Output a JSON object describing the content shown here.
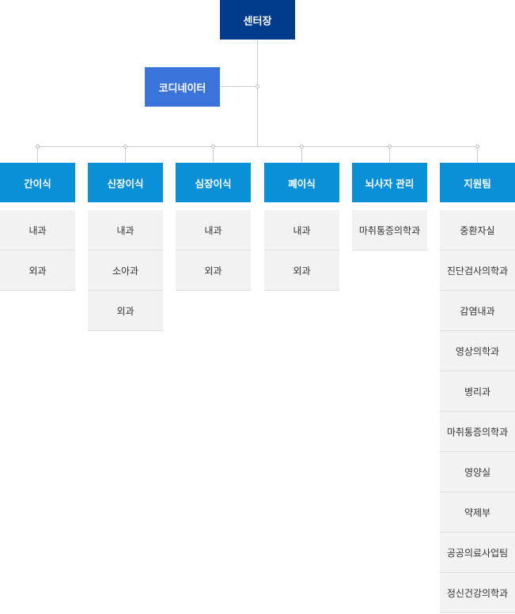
{
  "colors": {
    "top": "#003b8c",
    "coordinator": "#3a73d9",
    "column": "#0a90d6",
    "cell": "#f2f2f2"
  },
  "top": {
    "label": "센터장"
  },
  "coordinator": {
    "label": "코디네이터"
  },
  "columns": [
    {
      "label": "간이식",
      "items": [
        "내과",
        "외과"
      ]
    },
    {
      "label": "신장이식",
      "items": [
        "내과",
        "소아과",
        "외과"
      ]
    },
    {
      "label": "심장이식",
      "items": [
        "내과",
        "외과"
      ]
    },
    {
      "label": "폐이식",
      "items": [
        "내과",
        "외과"
      ]
    },
    {
      "label": "뇌사자 관리",
      "items": [
        "마취통증의학과"
      ]
    },
    {
      "label": "지원팀",
      "items": [
        "중환자실",
        "진단검사의학과",
        "감염내과",
        "영상의학과",
        "병리과",
        "마취통증의학과",
        "영양실",
        "약제부",
        "공공의료사업팀",
        "정신건강의학과"
      ]
    }
  ]
}
